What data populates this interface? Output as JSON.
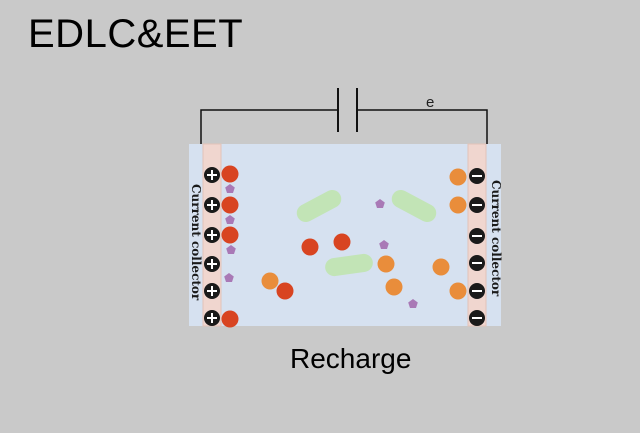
{
  "title": "EDLC&EET",
  "caption": "Recharge",
  "circuit": {
    "electron_label": "e"
  },
  "collectors": {
    "left_label": "Current collector",
    "right_label": "Current collector"
  },
  "colors": {
    "background": "#c9c9c9",
    "electrolyte": "#d6e1f0",
    "collector": "#f0d6cf",
    "collector_border": "#e2c3b8",
    "cation": "#d84421",
    "anion": "#e98d3b",
    "ion_small": "#a979b6",
    "bacteria": "#c2e4b6",
    "charge_sign": "#1a1a1a",
    "wire": "#111111"
  },
  "legend_icons": [
    "plus-charge-icon",
    "minus-charge-icon",
    "red-ion-icon",
    "orange-ion-icon",
    "purple-pentagon-icon",
    "bacterium-icon"
  ]
}
